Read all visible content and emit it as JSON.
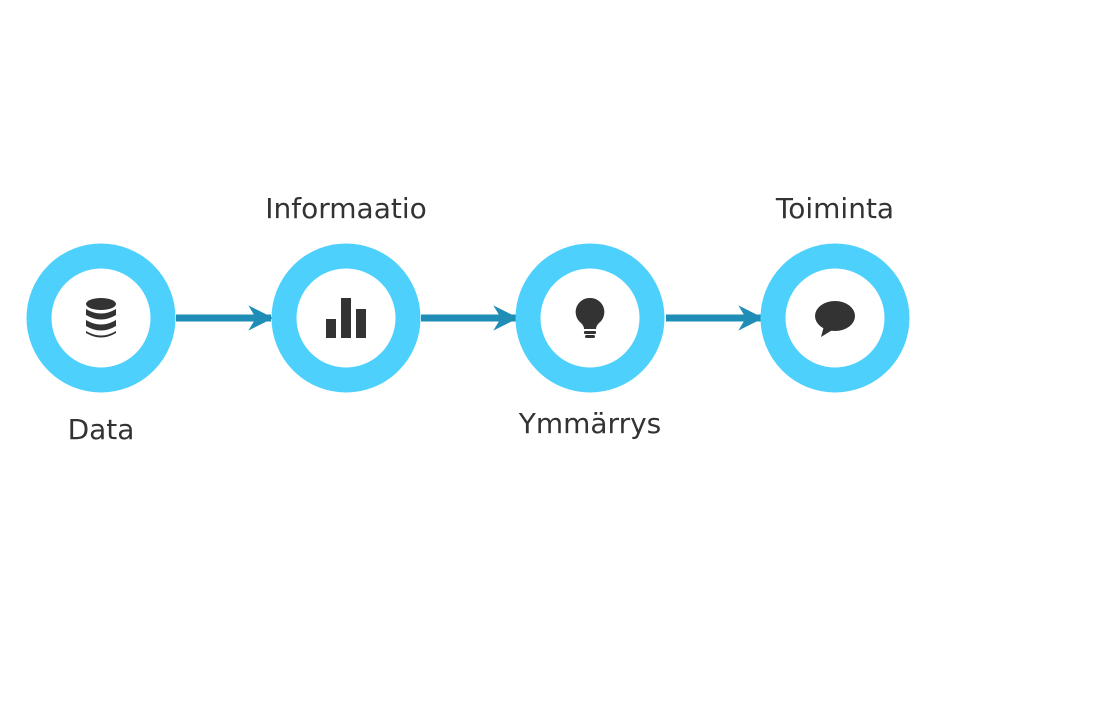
{
  "colors": {
    "ring": "#4ED0FC",
    "arrow": "#1F8DB5",
    "icon": "#333333",
    "text": "#333333"
  },
  "nodes": [
    {
      "label": "Data",
      "label_position": "below",
      "icon": "database-icon"
    },
    {
      "label": "Informaatio",
      "label_position": "above",
      "icon": "bar-chart-icon"
    },
    {
      "label": "Ymmärrys",
      "label_position": "below",
      "icon": "lightbulb-icon"
    },
    {
      "label": "Toiminta",
      "label_position": "above",
      "icon": "speech-bubble-icon"
    }
  ]
}
